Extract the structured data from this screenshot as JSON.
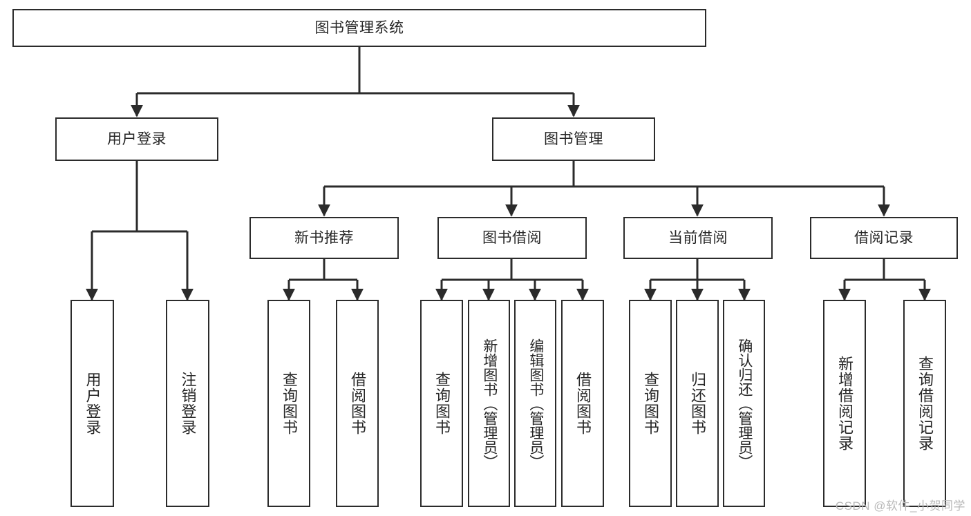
{
  "diagram": {
    "title": "图书管理系统",
    "type": "function-structure-tree",
    "root": {
      "id": "root",
      "label": "图书管理系统"
    },
    "level2": [
      {
        "id": "user-login",
        "label": "用户登录"
      },
      {
        "id": "book-manage",
        "label": "图书管理"
      }
    ],
    "level3": [
      {
        "id": "new-book-recommend",
        "label": "新书推荐",
        "parent": "book-manage"
      },
      {
        "id": "book-borrow",
        "label": "图书借阅",
        "parent": "book-manage"
      },
      {
        "id": "current-borrow",
        "label": "当前借阅",
        "parent": "book-manage"
      },
      {
        "id": "borrow-record",
        "label": "借阅记录",
        "parent": "book-manage"
      }
    ],
    "leaves": {
      "user-login": [
        {
          "id": "leaf-user-login",
          "label": "用户登录"
        },
        {
          "id": "leaf-user-logout",
          "label": "注销登录"
        }
      ],
      "new-book-recommend": [
        {
          "id": "leaf-query-book-1",
          "label": "查询图书"
        },
        {
          "id": "leaf-borrow-book-1",
          "label": "借阅图书"
        }
      ],
      "book-borrow": [
        {
          "id": "leaf-query-book-2",
          "label": "查询图书"
        },
        {
          "id": "leaf-add-book",
          "label": "新增图书（管理员）"
        },
        {
          "id": "leaf-edit-book",
          "label": "编辑图书（管理员）"
        },
        {
          "id": "leaf-borrow-book-2",
          "label": "借阅图书"
        }
      ],
      "current-borrow": [
        {
          "id": "leaf-query-book-3",
          "label": "查询图书"
        },
        {
          "id": "leaf-return-book",
          "label": "归还图书"
        },
        {
          "id": "leaf-confirm-return",
          "label": "确认归还（管理员）"
        }
      ],
      "borrow-record": [
        {
          "id": "leaf-add-record",
          "label": "新增借阅记录"
        },
        {
          "id": "leaf-query-record",
          "label": "查询借阅记录"
        }
      ]
    },
    "watermark": "CSDN @软件_小贺同学",
    "colors": {
      "stroke": "#2b2b2b",
      "text": "#262626",
      "background": "#ffffff",
      "watermark": "#b9b9b9"
    }
  }
}
